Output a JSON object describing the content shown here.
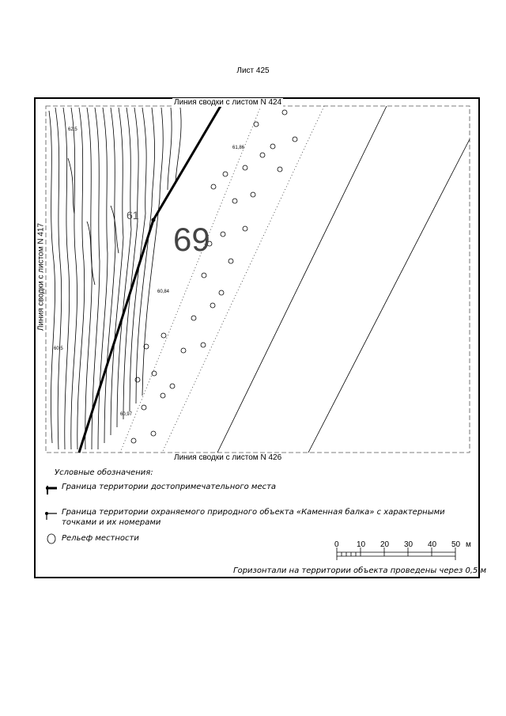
{
  "sheet_title": "Лист 425",
  "sheet_number": "69",
  "point_label": "61",
  "edges": {
    "top": "Линия сводки с листом N 424",
    "bottom": "Линия сводки с листом N 426",
    "left": "Линия сводки с листом N 417"
  },
  "legend": {
    "title": "Условные обозначения:",
    "item1": "Граница территории достопримечательного места",
    "item2_line1": "Граница территории охраняемого природного объекта «Каменная балка» с характерными",
    "item2_line2": "точками и их номерами",
    "item3": "Рельеф местности"
  },
  "scale": {
    "ticks": [
      "0",
      "10",
      "20",
      "30",
      "40",
      "50"
    ],
    "unit": "м"
  },
  "note": "Горизонтали на территории объекта проведены через 0,5 м",
  "contour_labels": [
    "61,86",
    "60,84",
    "60,97",
    "62,5",
    "60,5"
  ]
}
